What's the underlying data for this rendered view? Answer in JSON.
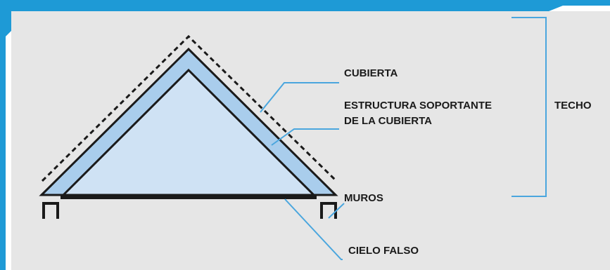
{
  "diagram": {
    "labels": {
      "cubierta": "CUBIERTA",
      "estructura_line1": "ESTRUCTURA SOPORTANTE",
      "estructura_line2": "DE LA CUBIERTA",
      "techo": "TECHO",
      "muros": "MUROS",
      "cielo_falso": "CIELO FALSO"
    },
    "colors": {
      "accent_bar": "#1e9ad6",
      "panel_background": "#e6e6e6",
      "leader_lines": "#4aa6de",
      "roof_fill": "#a9cdec",
      "inner_fill": "#cfe2f4",
      "outline": "#1a1a1a"
    }
  }
}
